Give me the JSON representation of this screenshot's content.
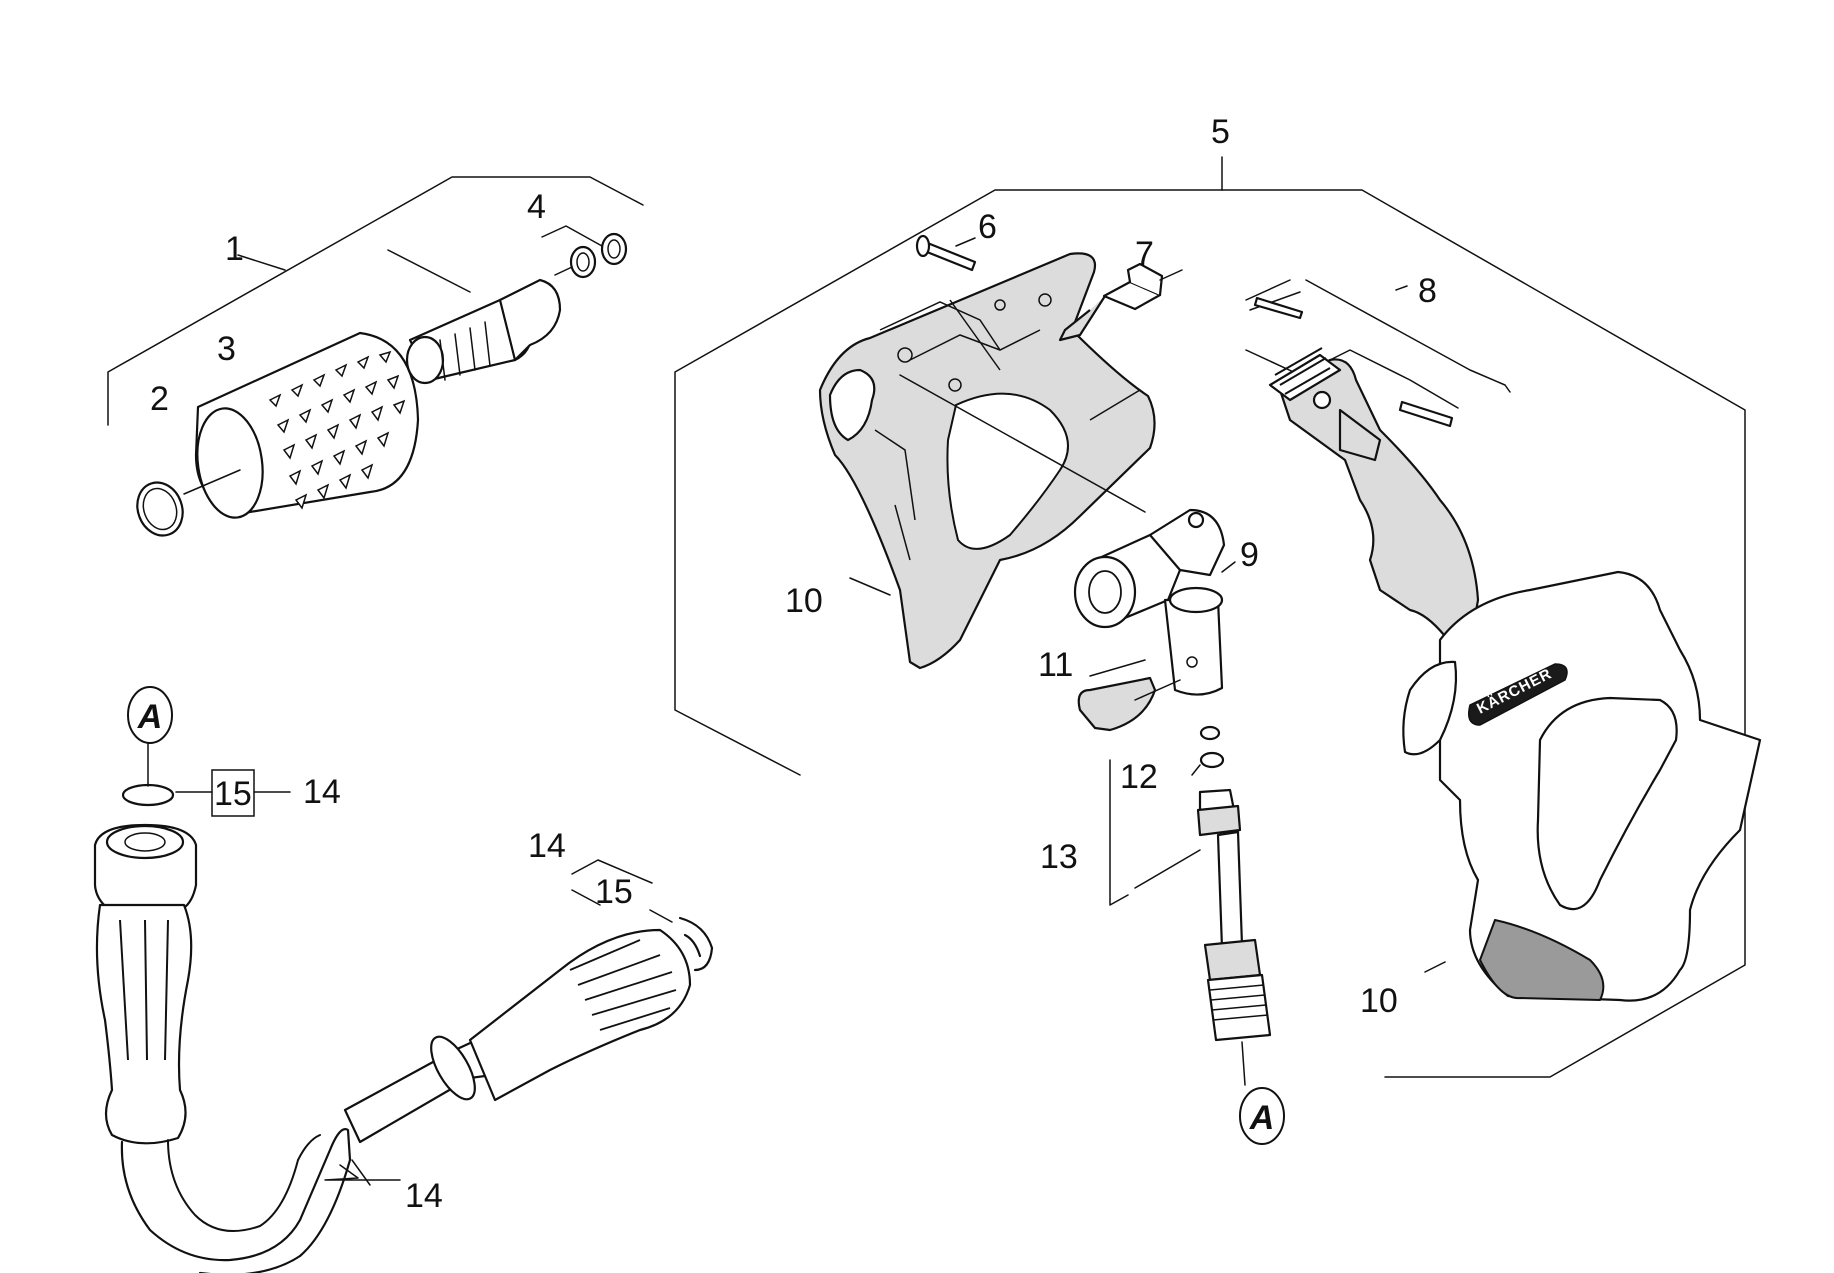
{
  "diagram": {
    "callouts": {
      "c1": "1",
      "c2": "2",
      "c3": "3",
      "c4": "4",
      "c5": "5",
      "c6": "6",
      "c7": "7",
      "c8": "8",
      "c9": "9",
      "c10a": "10",
      "c10b": "10",
      "c11": "11",
      "c12": "12",
      "c13": "13",
      "c14a": "14",
      "c14b": "14",
      "c14c": "14",
      "c15a": "15",
      "c15b": "15"
    },
    "connectors": {
      "top": "A",
      "bottom": "A"
    },
    "brand_text": "KÄRCHER"
  }
}
